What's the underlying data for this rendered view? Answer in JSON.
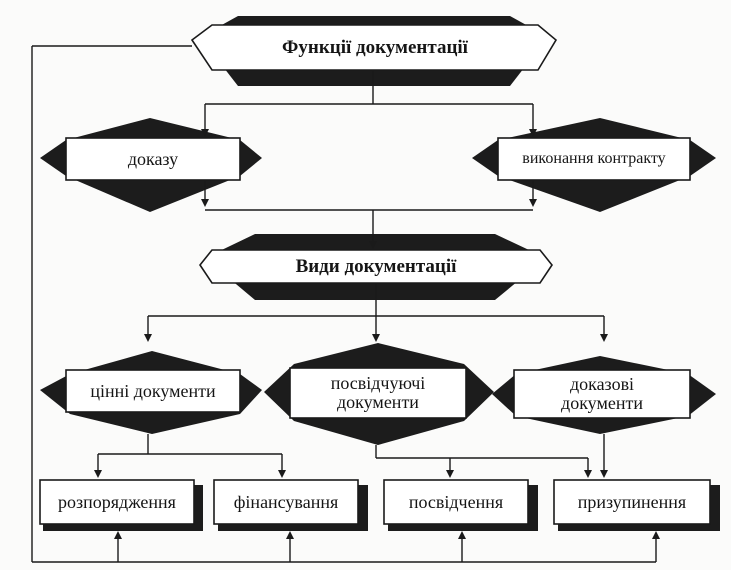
{
  "diagram": {
    "colors": {
      "fill": "#1c1c1c",
      "box": "#ffffff",
      "line": "#1a1a1a"
    },
    "nodes": {
      "functions_title": "Функції документації",
      "proof": "доказу",
      "contract_execution": "виконання контракту",
      "types_title": "Види документації",
      "valuable_docs": "цінні документи",
      "certifying_docs": "посвідчуючі\nдокументи",
      "evidentiary_docs": "доказові\nдокументи",
      "orders": "розпорядження",
      "financing": "фінансування",
      "certification": "посвідчення",
      "suspension": "призупинення"
    }
  }
}
